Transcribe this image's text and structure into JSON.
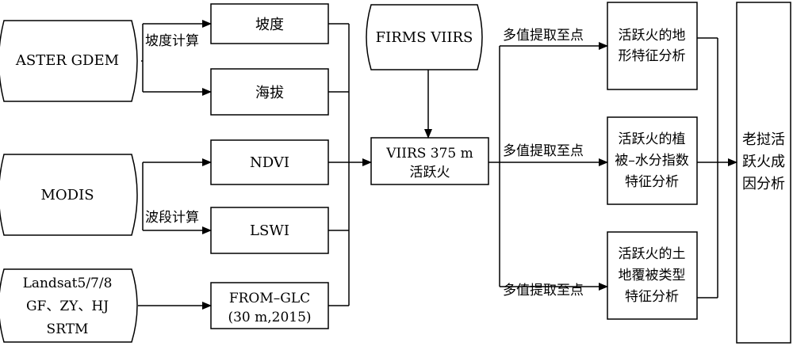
{
  "sources": {
    "aster": "ASTER GDEM",
    "firms": "FIRMS VIIRS",
    "modis": "MODIS",
    "landsat_lines": [
      "Landsat5/7/8",
      "GF、ZY、HJ",
      "SRTM"
    ]
  },
  "products": {
    "slope": "坡度",
    "altitude": "海拔",
    "ndvi": "NDVI",
    "lswi": "LSWI",
    "fromglc_lines": [
      "FROM–GLC",
      "(30 m,2015)"
    ]
  },
  "center": {
    "lines": [
      "VIIRS 375 m",
      "活跃火"
    ]
  },
  "analyses": {
    "terrain_lines": [
      "活跃火的地",
      "形特征分析"
    ],
    "veg_water_lines": [
      "活跃火的植",
      "被–水分指数",
      "特征分析"
    ],
    "landcover_lines": [
      "活跃火的土",
      "地覆被类型",
      "特征分析"
    ]
  },
  "final": {
    "lines": [
      "老挝活",
      "跃火成",
      "因分析"
    ]
  },
  "edge_labels": {
    "slope_calc": "坡度计算",
    "band_calc": "波段计算",
    "extract_1": "多值提取至点",
    "extract_2": "多值提取至点",
    "extract_3": "多值提取至点"
  }
}
